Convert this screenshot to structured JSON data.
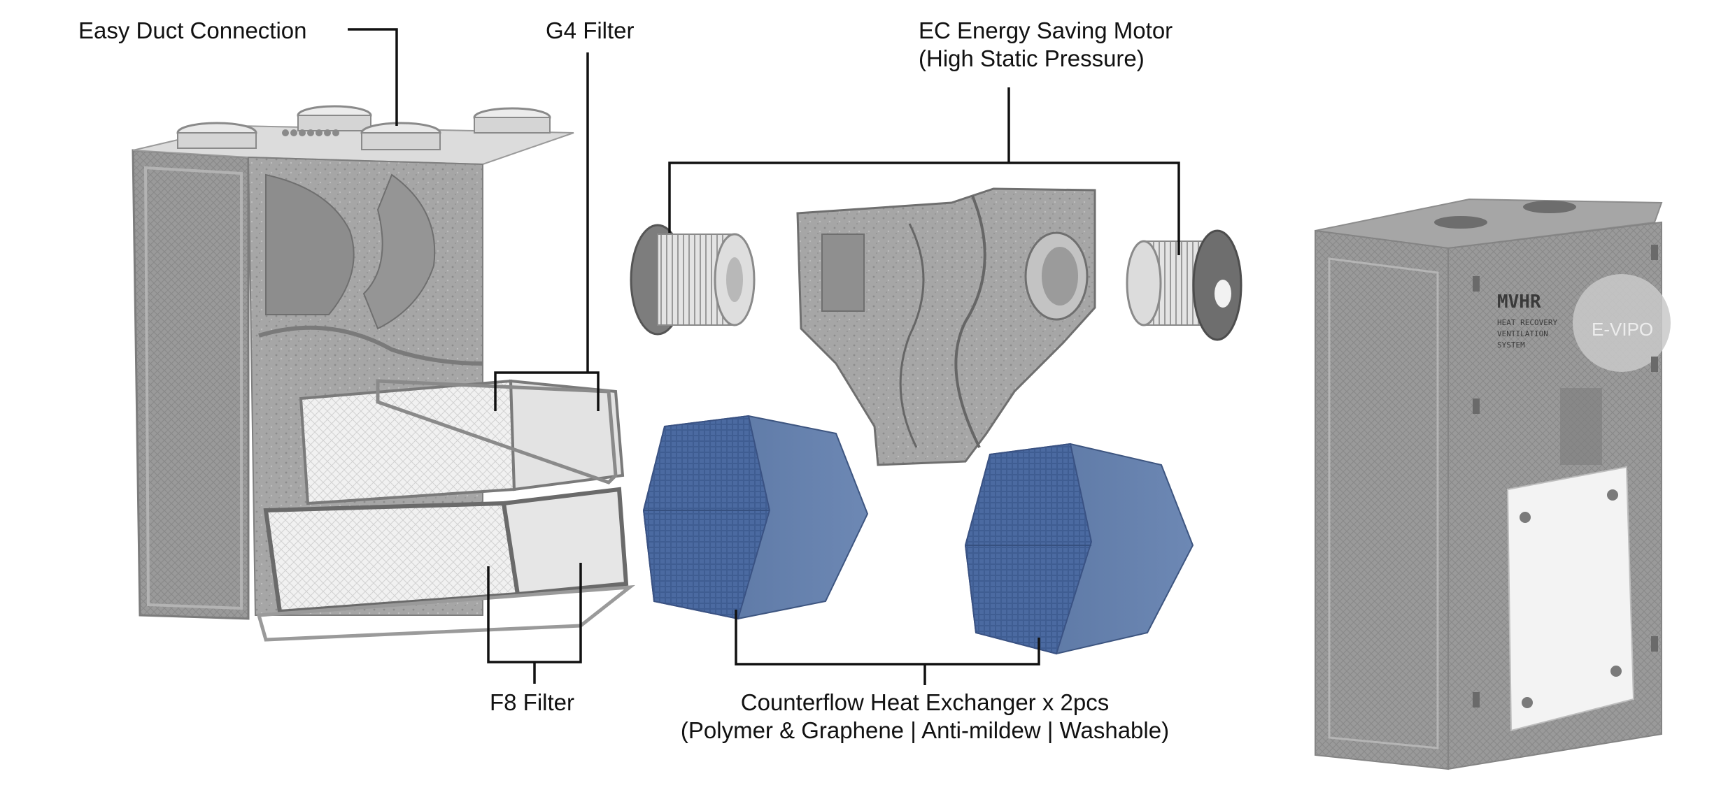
{
  "labels": {
    "duct": "Easy Duct Connection",
    "g4": "G4 Filter",
    "motor_line1": "EC Energy Saving Motor",
    "motor_line2": "(High Static Pressure)",
    "f8": "F8 Filter",
    "hx_line1": "Counterflow Heat Exchanger x 2pcs",
    "hx_line2": "(Polymer & Graphene | Anti-mildew | Washable)"
  },
  "product_marks": {
    "model": "MVHR",
    "line1": "HEAT RECOVERY",
    "line2": "VENTILATION",
    "line3": "SYSTEM",
    "brand": "E-VIPO"
  },
  "colors": {
    "housing": "#8f8f8f",
    "foam": "#a9a9a9",
    "exchanger": "#4a679b",
    "filter": "#ececec",
    "leader": "#111111"
  }
}
